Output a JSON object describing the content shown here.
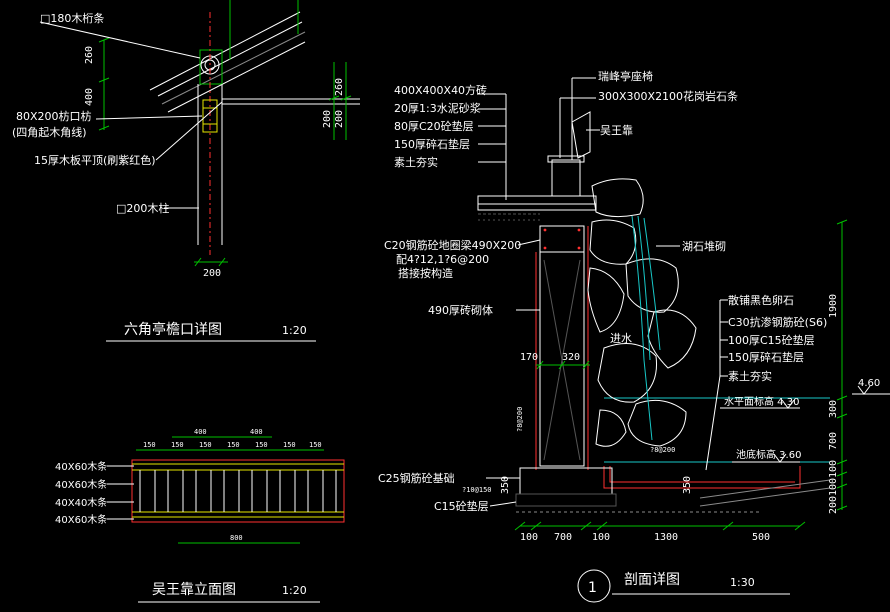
{
  "drawing": {
    "eave_detail": {
      "title": "六角亭檐口详图",
      "scale": "1:20",
      "labels": {
        "purlin": "□180木桁条",
        "lintel": "80X200枋口枋",
        "lintel_note": "(四角起木角线)",
        "ceiling": "15厚木板平顶(刷紫红色)",
        "column": "□200木柱"
      },
      "dims": {
        "d260": "260",
        "d400": "400",
        "d200a": "200",
        "d200b": "200",
        "d260b": "260",
        "d200_bottom": "200"
      }
    },
    "bench_elevation": {
      "title": "吴王靠立面图",
      "scale": "1:20",
      "labels": [
        "40X60木条",
        "40X60木条",
        "40X40木条",
        "40X60木条"
      ],
      "dims_top": [
        "150",
        "150",
        "150",
        "150",
        "150",
        "150",
        "150"
      ],
      "dims_top2": [
        "400",
        "400"
      ],
      "dim_bottom": "800"
    },
    "section_detail": {
      "title": "剖面详图",
      "number": "1",
      "scale": "1:30",
      "left_labels": [
        "400X400X40方砖",
        "20厚1:3水泥砂浆",
        "80厚C20砼垫层",
        "150厚碎石垫层",
        "素土夯实"
      ],
      "top_labels": [
        "瑞峰亭座椅",
        "300X300X2100花岗岩石条"
      ],
      "right_label_wuwang": "吴王靠",
      "beam_label": "C20钢筋砼地圈梁490X200",
      "beam_rebar": "配4?12,1?6@200",
      "beam_note": "搭接按构造",
      "wall_label": "490厚砖砌体",
      "rock_label": "湖石堆砌",
      "inlet_label": "进水",
      "right_labels": [
        "散铺黑色卵石",
        "C30抗渗钢筋砼(S6)",
        "100厚C15砼垫层",
        "150厚碎石垫层",
        "素土夯实"
      ],
      "water_level": "水平面标高 4.30",
      "pool_bottom": "池底标高 3.60",
      "elev_top": "4.60",
      "foundation_label": "C25钢筋砼基础",
      "foundation_rebar": "?10@150",
      "c15_label": "C15砼垫层",
      "rebar_wall": "?8@200",
      "rebar_pool": "?8@200",
      "dim_170": "170",
      "dim_320": "320",
      "dim_350a": "350",
      "dim_350b": "350",
      "bottom_dims": [
        "100",
        "700",
        "100",
        "1300",
        "500"
      ],
      "right_dims": [
        "1900",
        "300",
        "700",
        "100",
        "100",
        "200"
      ]
    }
  }
}
